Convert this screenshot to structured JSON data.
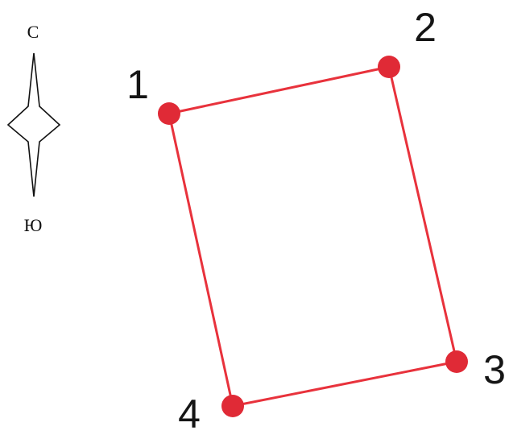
{
  "compass": {
    "north_label": "С",
    "south_label": "Ю"
  },
  "plot": {
    "outline_color": "#e8323c",
    "point_color": "#e02a36",
    "points": [
      {
        "label": "1"
      },
      {
        "label": "2"
      },
      {
        "label": "3"
      },
      {
        "label": "4"
      }
    ]
  }
}
